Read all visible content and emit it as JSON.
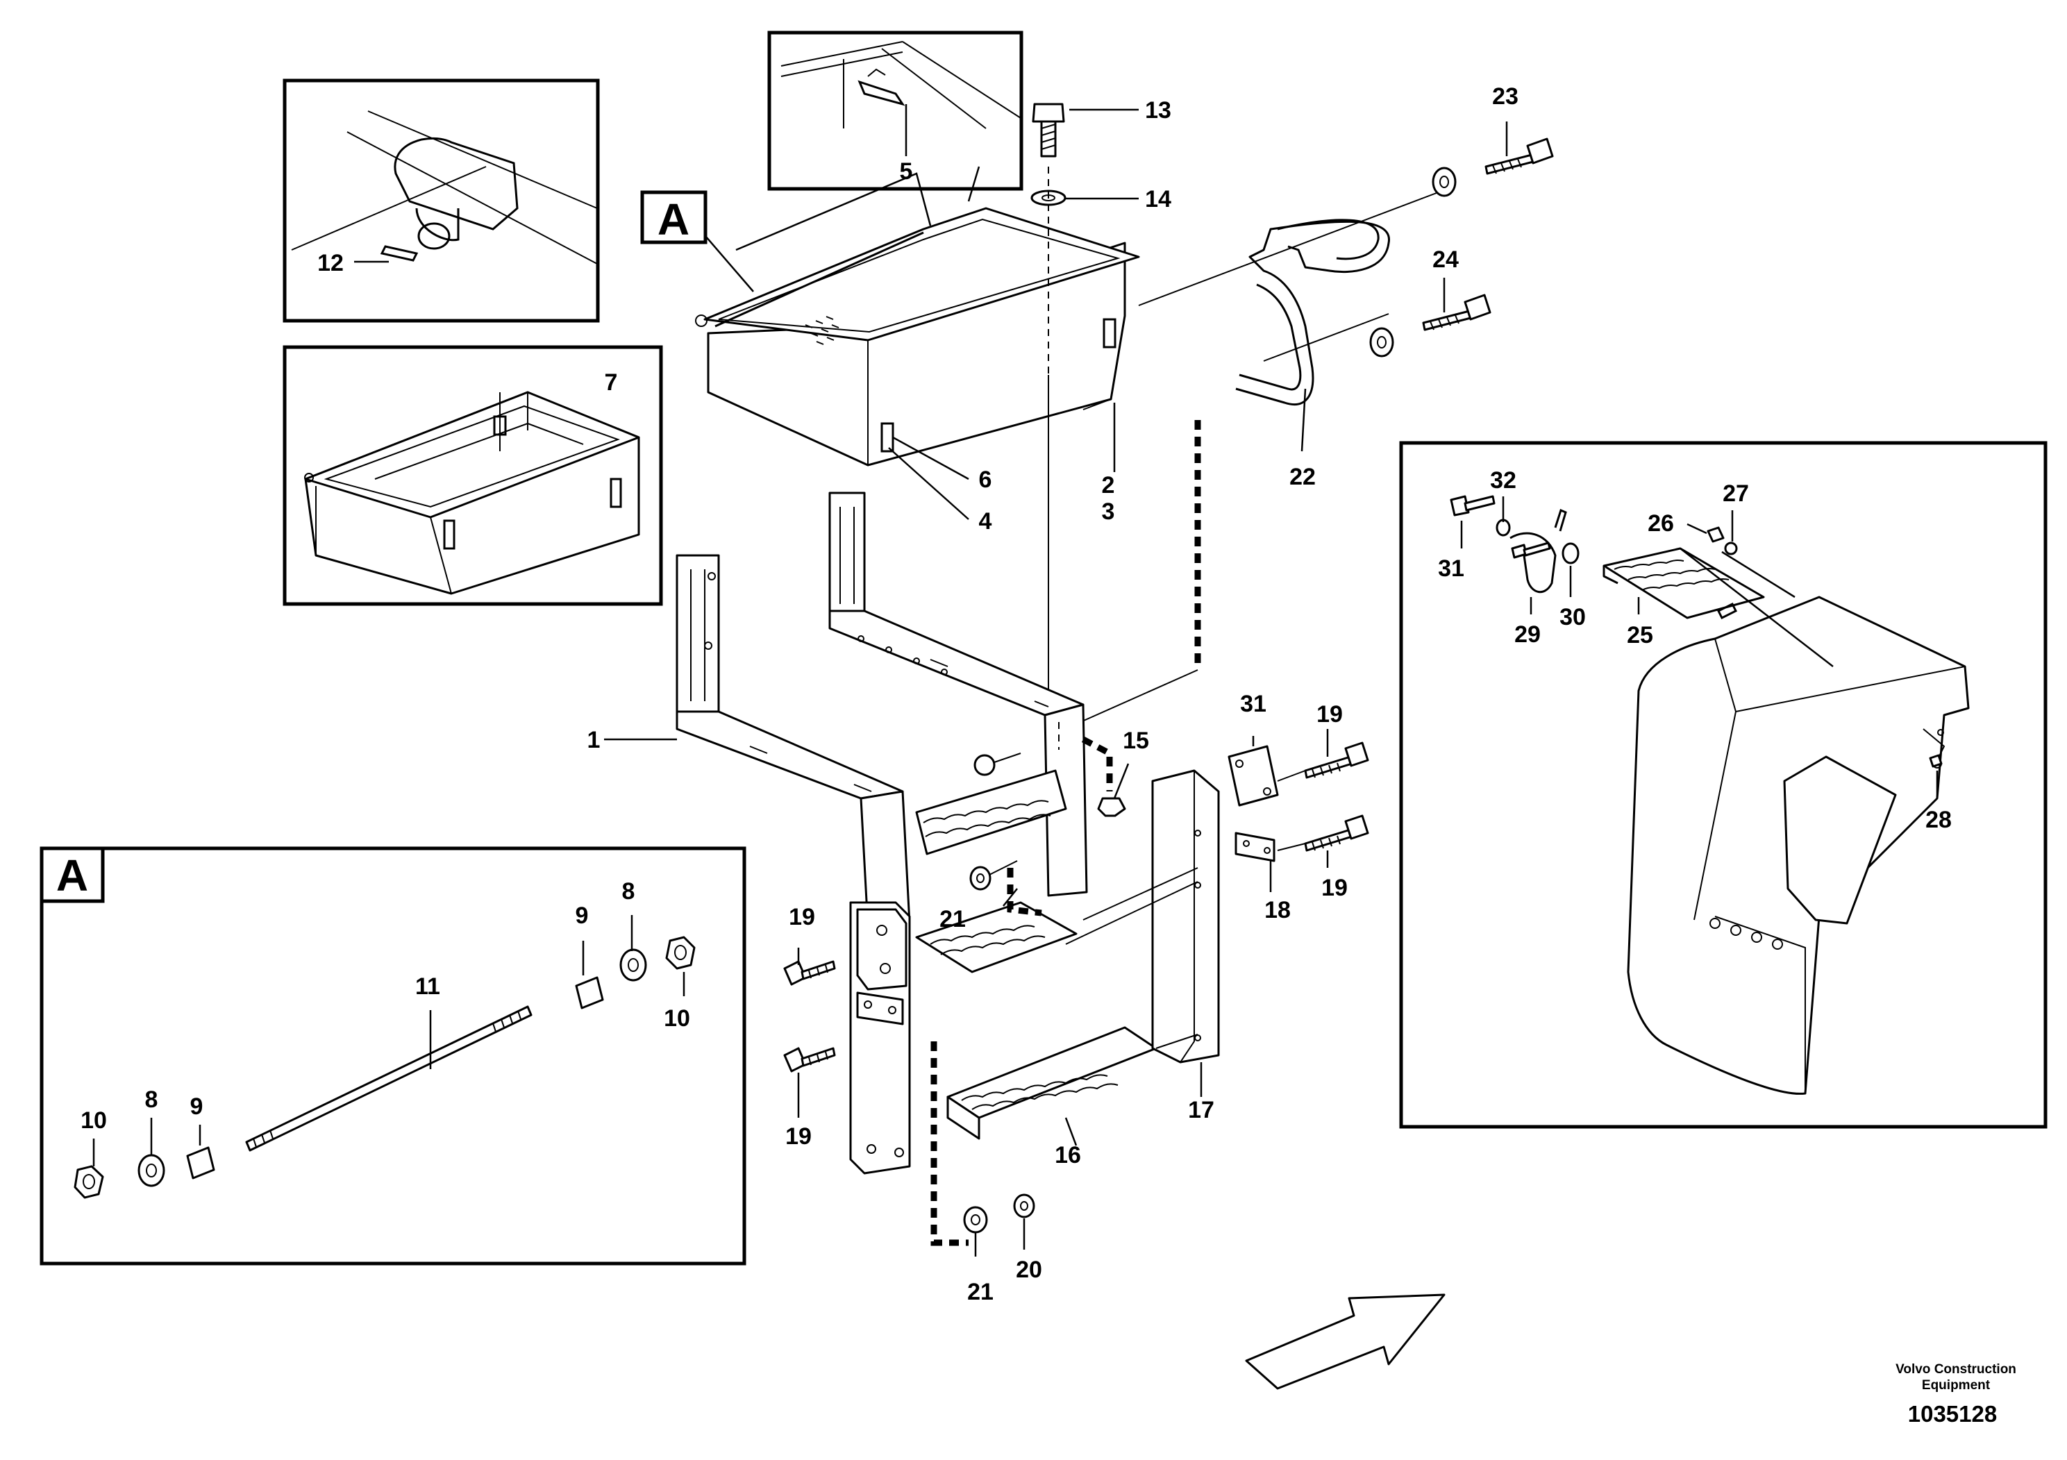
{
  "diagram": {
    "callout_box_letter": "A",
    "detail_box_letter": "A",
    "part_labels": {
      "p1": "1",
      "p2": "2",
      "p3": "3",
      "p4": "4",
      "p5": "5",
      "p6": "6",
      "p7": "7",
      "p8a": "8",
      "p8b": "8",
      "p9a": "9",
      "p9b": "9",
      "p10a": "10",
      "p10b": "10",
      "p11": "11",
      "p12": "12",
      "p13": "13",
      "p14": "14",
      "p15": "15",
      "p16": "16",
      "p17": "17",
      "p18": "18",
      "p19a": "19",
      "p19b": "19",
      "p19c": "19",
      "p19d": "19",
      "p20": "20",
      "p21a": "21",
      "p21b": "21",
      "p22": "22",
      "p23": "23",
      "p24": "24",
      "p25": "25",
      "p26": "26",
      "p27": "27",
      "p28": "28",
      "p29": "29",
      "p30": "30",
      "p31a": "31",
      "p31b": "31",
      "p32": "32"
    }
  },
  "footer": {
    "credit_line1": "Volvo Construction",
    "credit_line2": "Equipment",
    "document_number": "1035128"
  },
  "colors": {
    "ink": "#000000",
    "paper": "#ffffff"
  }
}
